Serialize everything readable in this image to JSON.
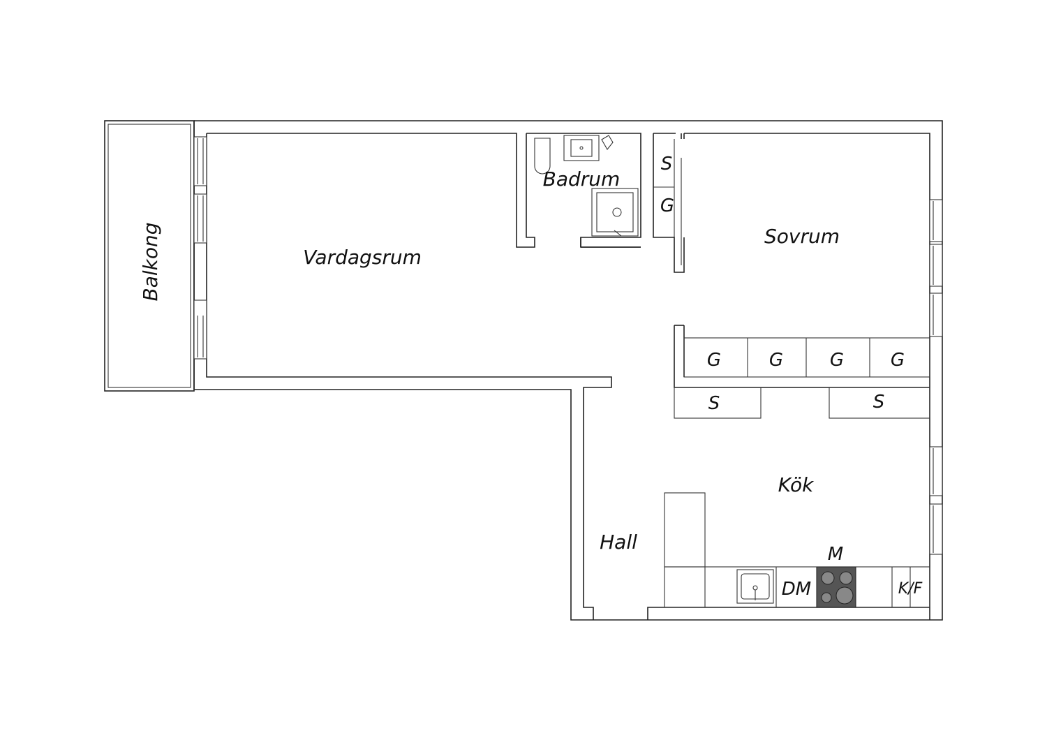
{
  "rooms": {
    "balkong": "Balkong",
    "vardagsrum": "Vardagsrum",
    "badrum": "Badrum",
    "sovrum": "Sovrum",
    "kok": "Kök",
    "hall": "Hall"
  },
  "storage": {
    "bedroom_s": "S",
    "bedroom_g": "G",
    "wardrobes": [
      "G",
      "G",
      "G",
      "G"
    ],
    "hall_s_left": "S",
    "hall_s_right": "S"
  },
  "kitchen": {
    "dishwasher": "DM",
    "microwave": "M",
    "fridge_freezer": "K/F"
  },
  "colors": {
    "wall": "#222222",
    "background": "#ffffff",
    "stove": "#555555"
  }
}
